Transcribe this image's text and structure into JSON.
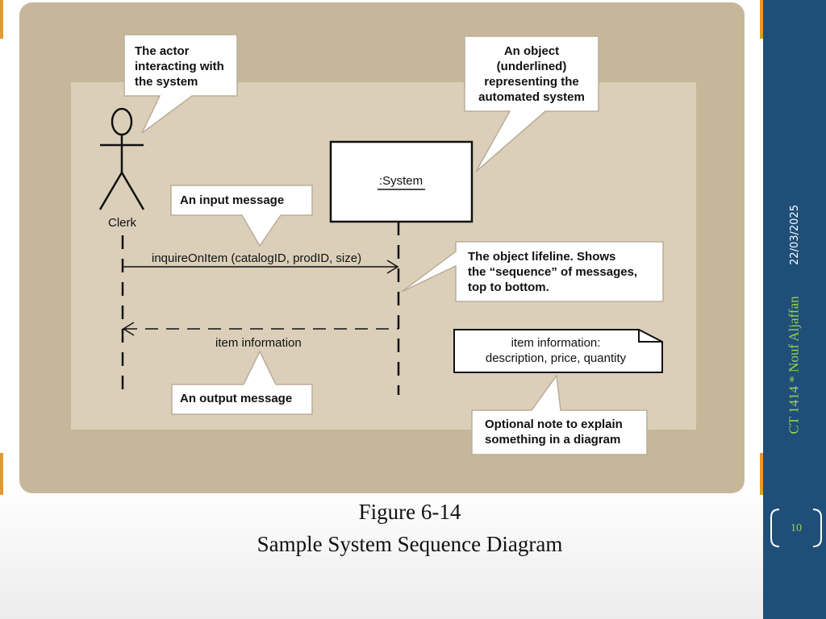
{
  "diagram": {
    "callouts": {
      "actor": "The actor\ninteracting with\nthe system",
      "object": "An object\n(underlined)\nrepresenting the\nautomated system",
      "input": "An input message",
      "lifeline": "The object lifeline. Shows\nthe “sequence” of messages,\ntop to bottom.",
      "output": "An output message",
      "optional_note": "Optional note to explain\nsomething in a diagram"
    },
    "actor_label": "Clerk",
    "object_label": ":System",
    "input_message": "inquireOnItem (catalogID, prodID, size)",
    "output_message": "item information",
    "note_text": "item information:\ndescription, price, quantity"
  },
  "caption": {
    "line1": "Figure 6-14",
    "line2": "Sample System Sequence Diagram"
  },
  "sidebar": {
    "date": "22/03/2025",
    "footer": "CT 1414 * Nouf Aljaffan",
    "slide_number": "10"
  },
  "colors": {
    "outer_panel": "#c7b79a",
    "inner_panel": "#dbcfba",
    "sidebar": "#1f4e79",
    "accent_green": "#9bd34b",
    "orange_tick": "#e39a2d"
  }
}
